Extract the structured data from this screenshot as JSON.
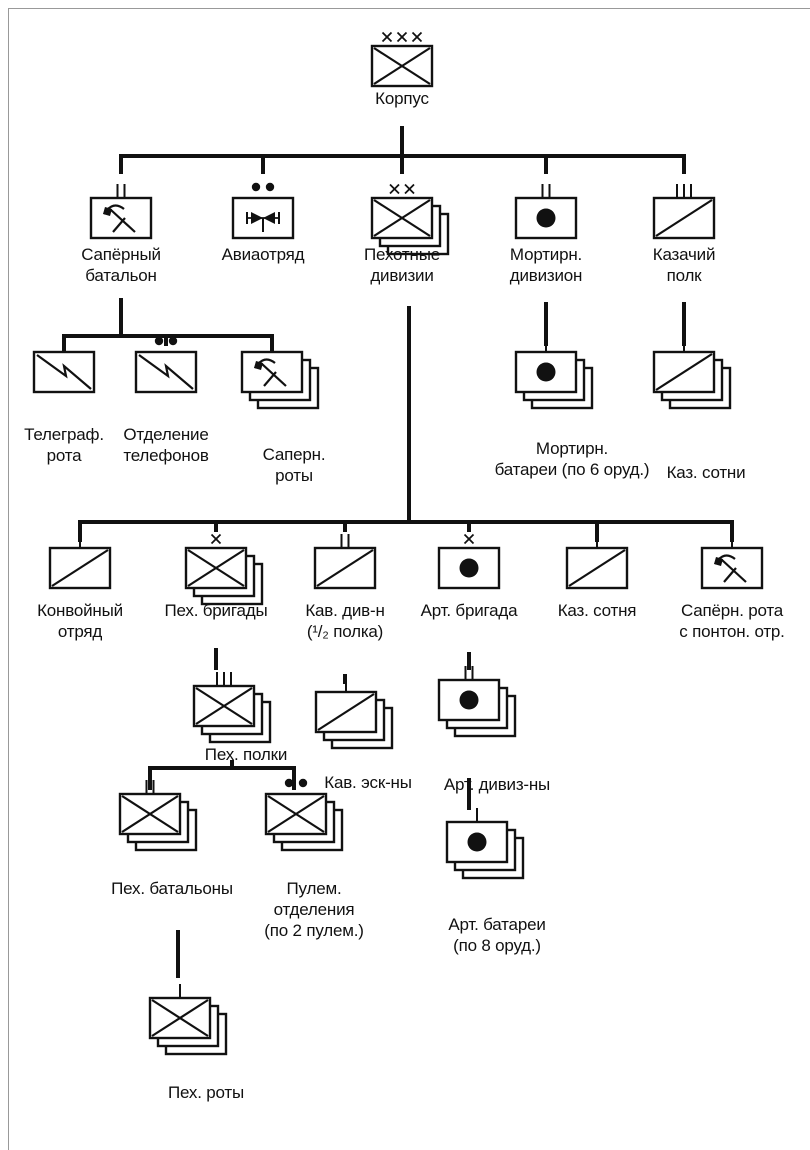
{
  "title": "",
  "nodes": {
    "corps": {
      "icon": "infantry-unit-icon",
      "size_marks": "XXX",
      "lines": [
        "Корпус"
      ]
    },
    "sapper_battalion": {
      "icon": "sapper-unit-icon",
      "size_marks": "II",
      "lines": [
        "Сапёрный",
        "батальон"
      ]
    },
    "air_detachment": {
      "icon": "aviation-unit-icon",
      "size_marks": "••",
      "lines": [
        "Авиаотряд"
      ]
    },
    "infantry_divisions": {
      "icon": "infantry-unit-icon",
      "size_marks": "XX",
      "lines": [
        "Пехотные",
        "дивизии"
      ]
    },
    "mortar_division": {
      "icon": "artillery-unit-icon",
      "size_marks": "II",
      "lines": [
        "Мортирн.",
        "дивизион"
      ]
    },
    "cossack_regiment": {
      "icon": "cavalry-unit-icon",
      "size_marks": "III",
      "lines": [
        "Казачий",
        "полк"
      ]
    },
    "telegraph_company": {
      "icon": "signal-unit-icon",
      "size_marks": "I",
      "lines": [
        "Телеграф.",
        "рота"
      ]
    },
    "telephone_section": {
      "icon": "signal-unit-icon",
      "size_marks": "••",
      "lines": [
        "Отделение",
        "телефонов"
      ]
    },
    "sapper_companies": {
      "icon": "sapper-unit-icon",
      "size_marks": "I",
      "lines": [
        "Саперн.",
        "роты"
      ]
    },
    "mortar_batteries": {
      "icon": "artillery-unit-icon",
      "size_marks": "I",
      "lines": [
        "Мортирн.",
        "батареи (по 6 оруд.)"
      ]
    },
    "cossack_sotnias": {
      "icon": "cavalry-unit-icon",
      "size_marks": "I",
      "lines": [
        "Каз. сотни"
      ]
    },
    "convoy_detachment": {
      "icon": "cavalry-unit-icon",
      "size_marks": "I",
      "lines": [
        "Конвойный",
        "отряд"
      ]
    },
    "infantry_brigades": {
      "icon": "infantry-unit-icon",
      "size_marks": "X",
      "lines": [
        "Пех. бригады"
      ]
    },
    "cavalry_division_half": {
      "icon": "cavalry-unit-icon",
      "size_marks": "II",
      "lines": [
        "Кав. див-н",
        "(¹/₂ полка)"
      ]
    },
    "artillery_brigade": {
      "icon": "artillery-unit-icon",
      "size_marks": "X",
      "lines": [
        "Арт. бригада"
      ]
    },
    "cossack_sotnia": {
      "icon": "cavalry-unit-icon",
      "size_marks": "I",
      "lines": [
        "Каз. сотня"
      ]
    },
    "sapper_company_pontoon": {
      "icon": "sapper-unit-icon",
      "size_marks": "I",
      "lines": [
        "Сапёрн. рота",
        "с понтон. отр."
      ]
    },
    "infantry_regiments": {
      "icon": "infantry-unit-icon",
      "size_marks": "III",
      "lines": [
        "Пех. полки"
      ]
    },
    "cavalry_squadrons": {
      "icon": "cavalry-unit-icon",
      "size_marks": "I",
      "lines": [
        "Кав. эск-ны"
      ]
    },
    "artillery_divisions": {
      "icon": "artillery-unit-icon",
      "size_marks": "II",
      "lines": [
        "Арт. дивиз-ны"
      ]
    },
    "infantry_battalions": {
      "icon": "infantry-unit-icon",
      "size_marks": "II",
      "lines": [
        "Пех. батальоны"
      ]
    },
    "machine_gun_sections": {
      "icon": "infantry-unit-icon",
      "size_marks": "••",
      "lines": [
        "Пулем.",
        "отделения",
        "(по 2 пулем.)"
      ]
    },
    "artillery_batteries": {
      "icon": "artillery-unit-icon",
      "size_marks": "I",
      "lines": [
        "Арт. батареи",
        "(по 8 оруд.)"
      ]
    },
    "infantry_companies": {
      "icon": "infantry-unit-icon",
      "size_marks": "I",
      "lines": [
        "Пех. роты"
      ]
    }
  },
  "colors": {
    "ink": "#111111",
    "frame": "#999999",
    "background": "#ffffff"
  }
}
